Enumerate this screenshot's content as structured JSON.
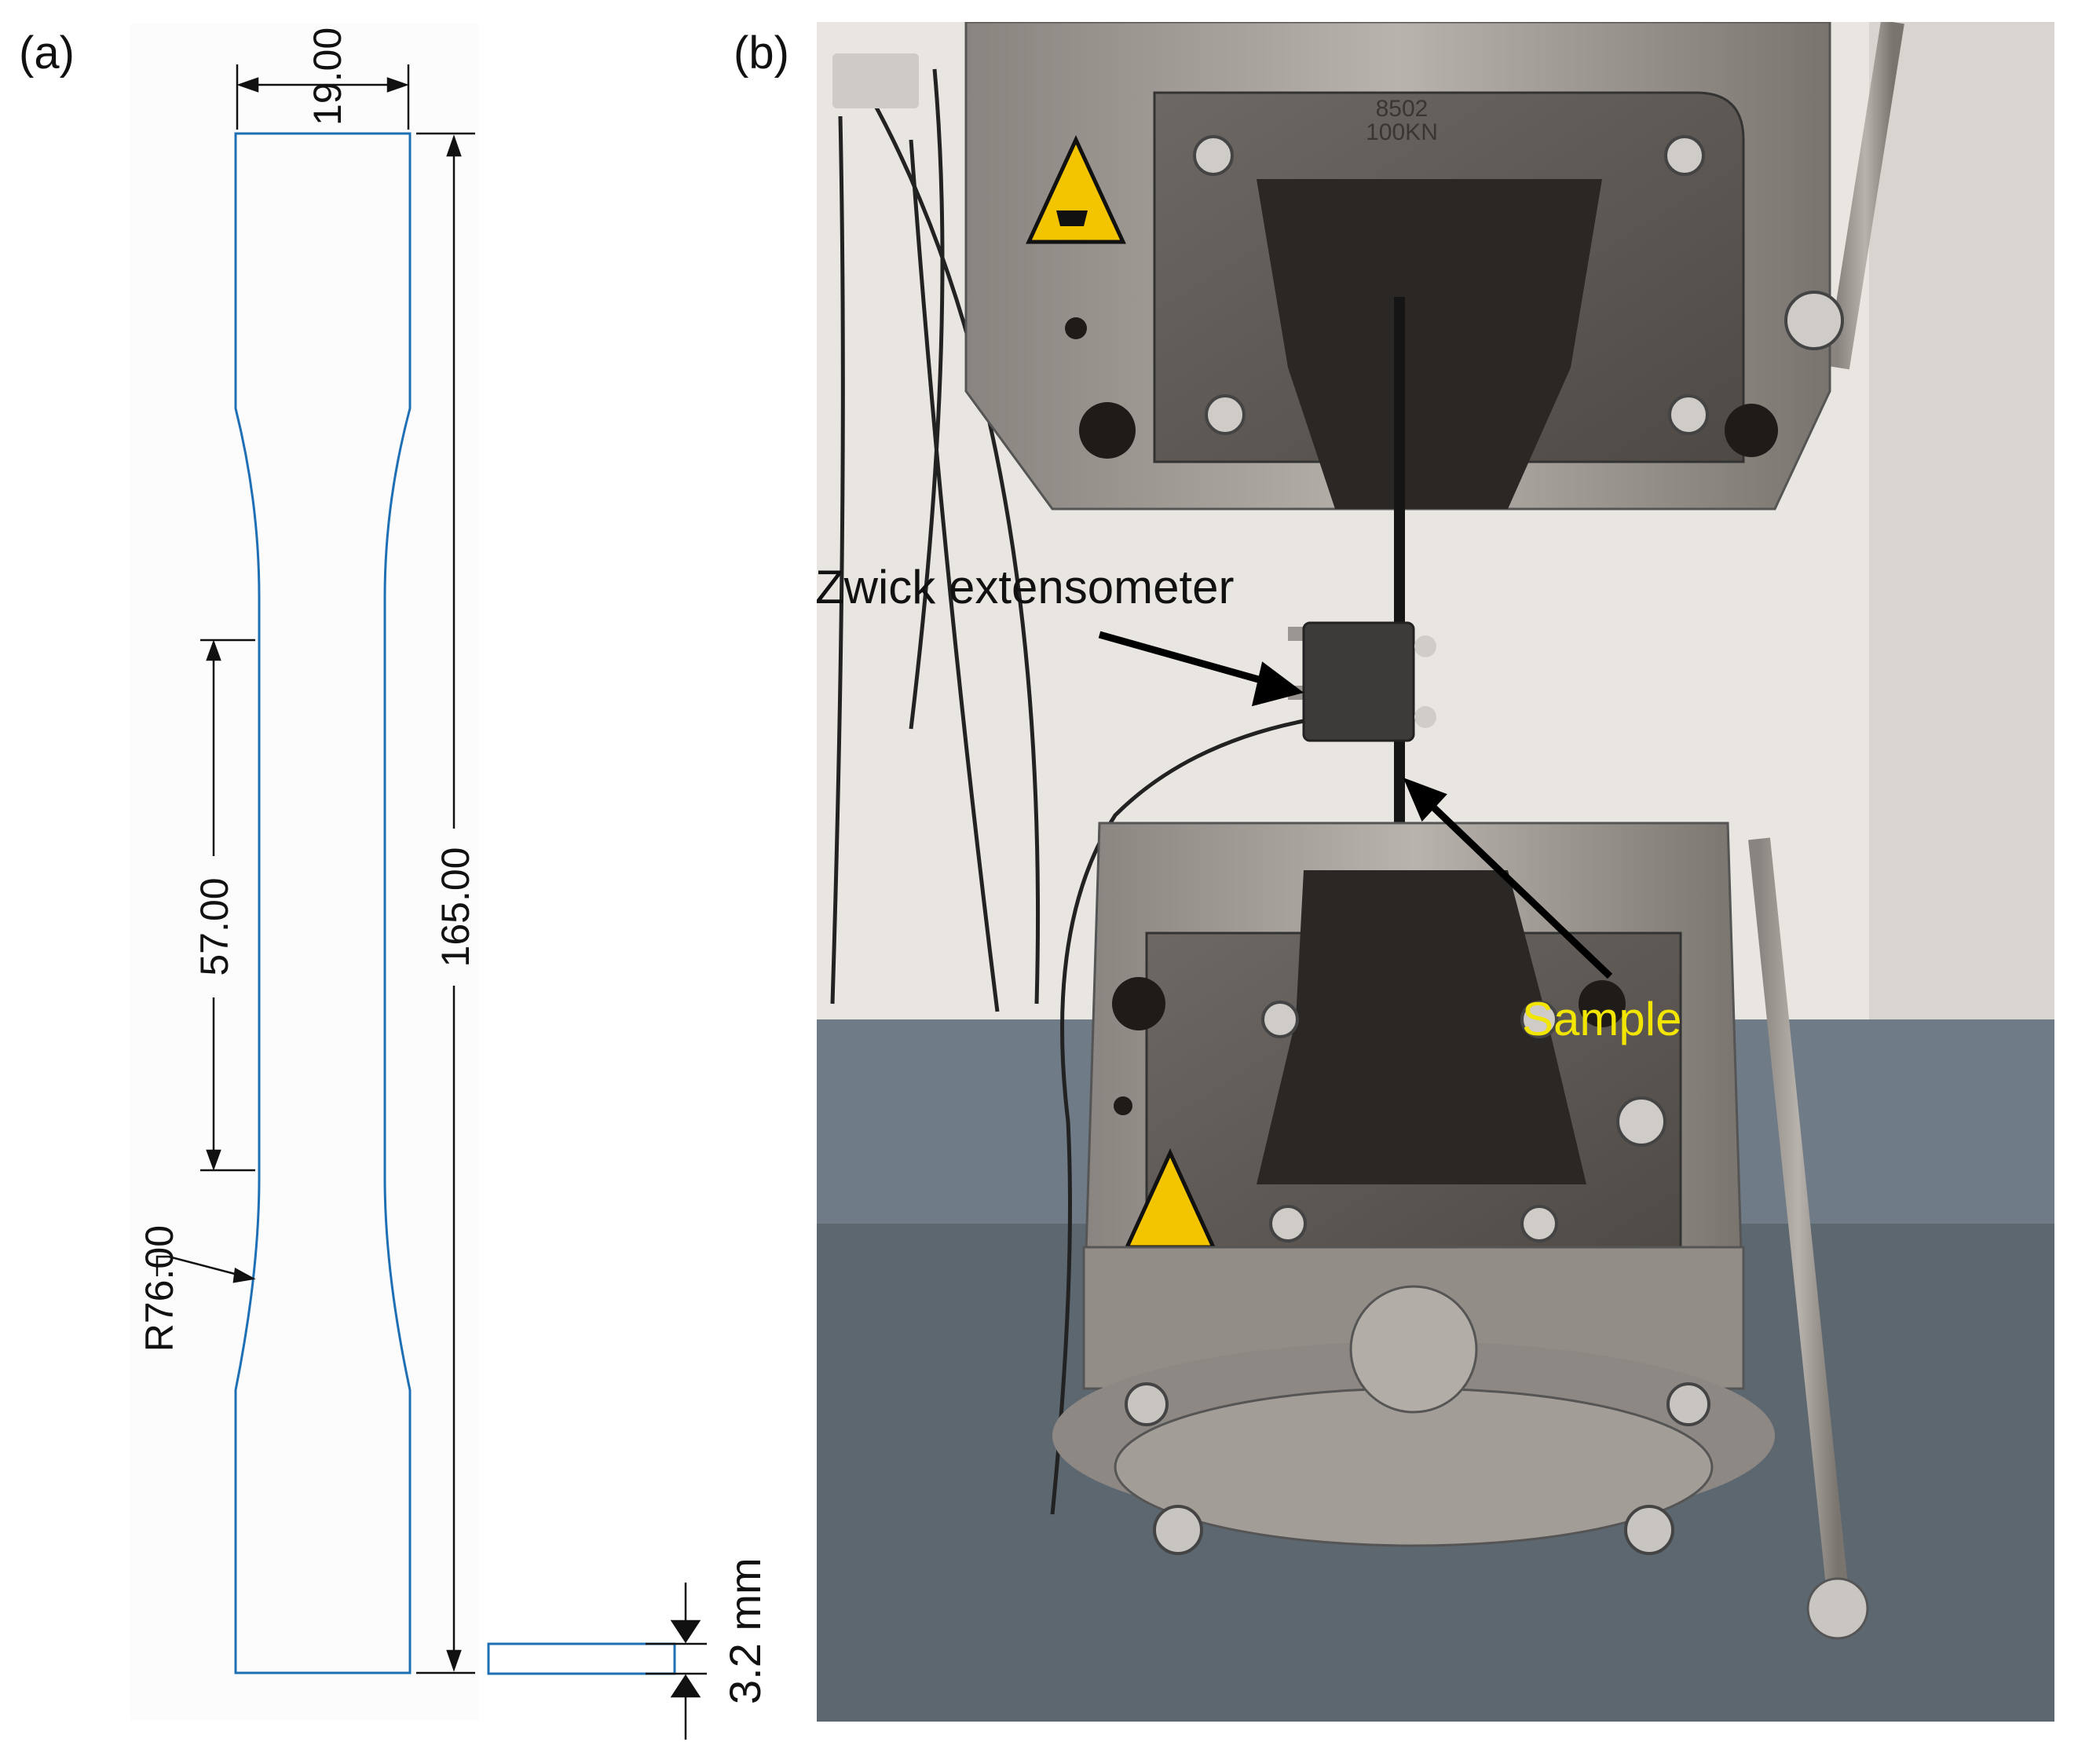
{
  "panels": {
    "a": {
      "label": "(a)"
    },
    "b": {
      "label": "(b)"
    }
  },
  "drawing": {
    "width_label": "19.00",
    "length_label": "165.00",
    "gauge_label": "57.00",
    "radius_label": "R76.00",
    "thickness_label": "3.2 mm",
    "outline_color": "#1f6fb5"
  },
  "photo": {
    "extensometer_label": "Zwick extensometer",
    "sample_label": "Sample",
    "sample_label_color": "#f2e600",
    "grip_marking_top": "8502",
    "grip_marking_top_2": "100KN"
  }
}
